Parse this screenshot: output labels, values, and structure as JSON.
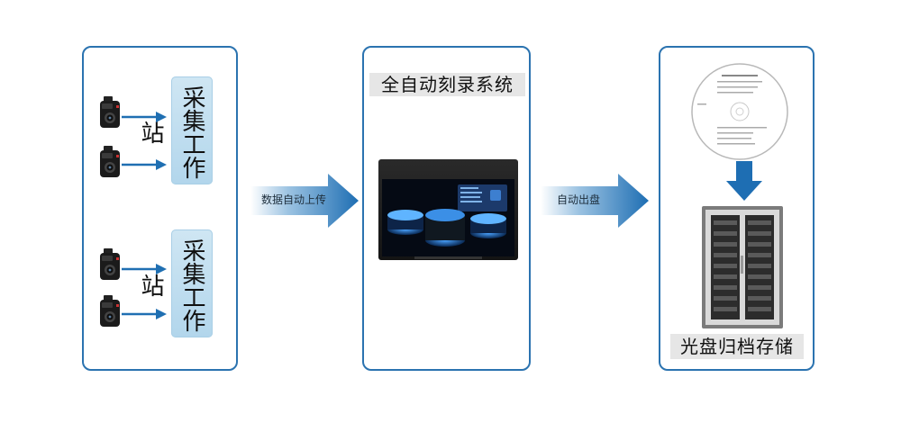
{
  "left_panel": {
    "workstations": [
      {
        "label": "采集工作站"
      },
      {
        "label": "采集工作站"
      }
    ],
    "cameras": [
      "body-camera-icon",
      "body-camera-icon",
      "body-camera-icon",
      "body-camera-icon"
    ]
  },
  "arrows": {
    "upload_label": "数据自动上传",
    "output_label": "自动出盘",
    "color": "#2b73b0"
  },
  "middle_panel": {
    "title": "全自动刻录系统",
    "device_icon": "disc-burner-icon"
  },
  "right_panel": {
    "title": "光盘归档存储",
    "disc_icon": "archive-disc-icon",
    "cabinet_icon": "storage-cabinet-icon"
  },
  "colors": {
    "border": "#2b73b0",
    "workstation_fill": "#cfe6f3",
    "title_bg": "#e6e6e6"
  }
}
